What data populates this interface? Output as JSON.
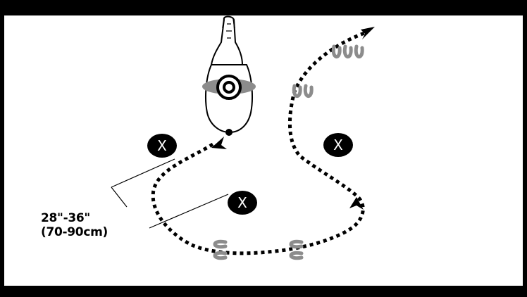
{
  "diagram": {
    "measurement": {
      "inches": "28\"-36\"",
      "centimeters": "(70-90cm)"
    },
    "markers": [
      {
        "symbol": "X"
      },
      {
        "symbol": "X"
      },
      {
        "symbol": "X"
      }
    ],
    "icons": {
      "horse": "horse-top-view-icon",
      "start_arrow": "arrow-down-left-icon",
      "turn_arrow": "arrow-up-icon",
      "exit_arrow": "arrow-up-right-icon",
      "hoofprints": "hoofprint-icon"
    },
    "colors": {
      "background": "#ffffff",
      "border": "#000000",
      "path": "#000000",
      "hoofprint": "#8c8c8c",
      "marker": "#000000"
    }
  }
}
